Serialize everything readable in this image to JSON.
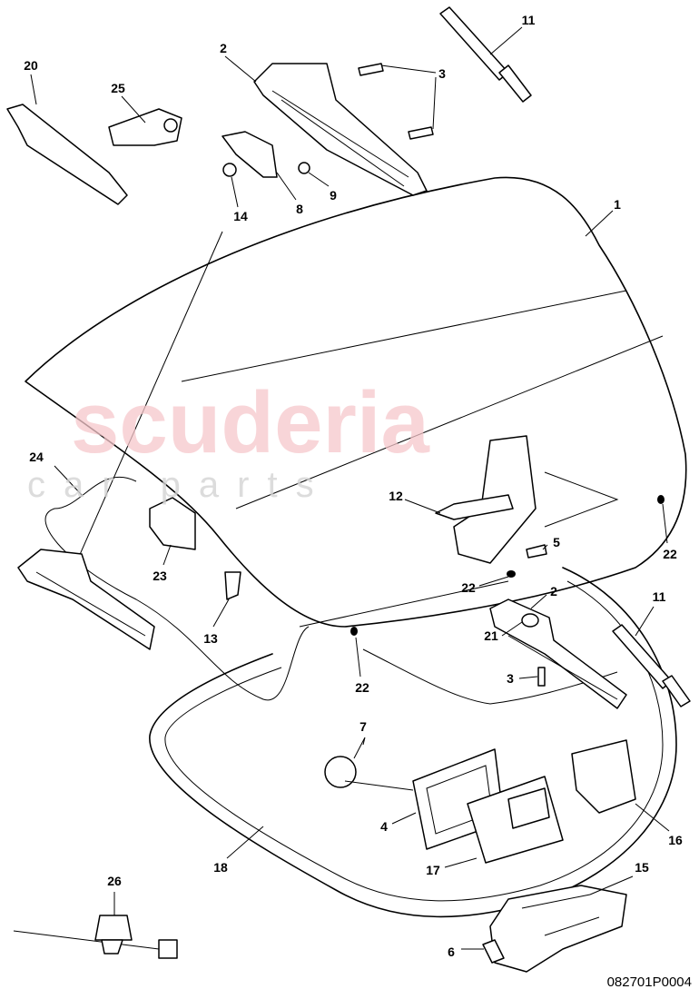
{
  "watermark": {
    "brand": "scuderia",
    "sub": "car parts"
  },
  "drawing_code": "082701P0004",
  "callouts": {
    "c1": "1",
    "c2a": "2",
    "c2b": "2",
    "c3a": "3",
    "c3b": "3",
    "c4": "4",
    "c5": "5",
    "c6": "6",
    "c7": "7",
    "c8": "8",
    "c9": "9",
    "c11a": "11",
    "c11b": "11",
    "c12": "12",
    "c13": "13",
    "c14": "14",
    "c15": "15",
    "c16": "16",
    "c17": "17",
    "c18": "18",
    "c20": "20",
    "c21": "21",
    "c22a": "22",
    "c22b": "22",
    "c22c": "22",
    "c23": "23",
    "c24": "24",
    "c25": "25",
    "c26": "26"
  }
}
